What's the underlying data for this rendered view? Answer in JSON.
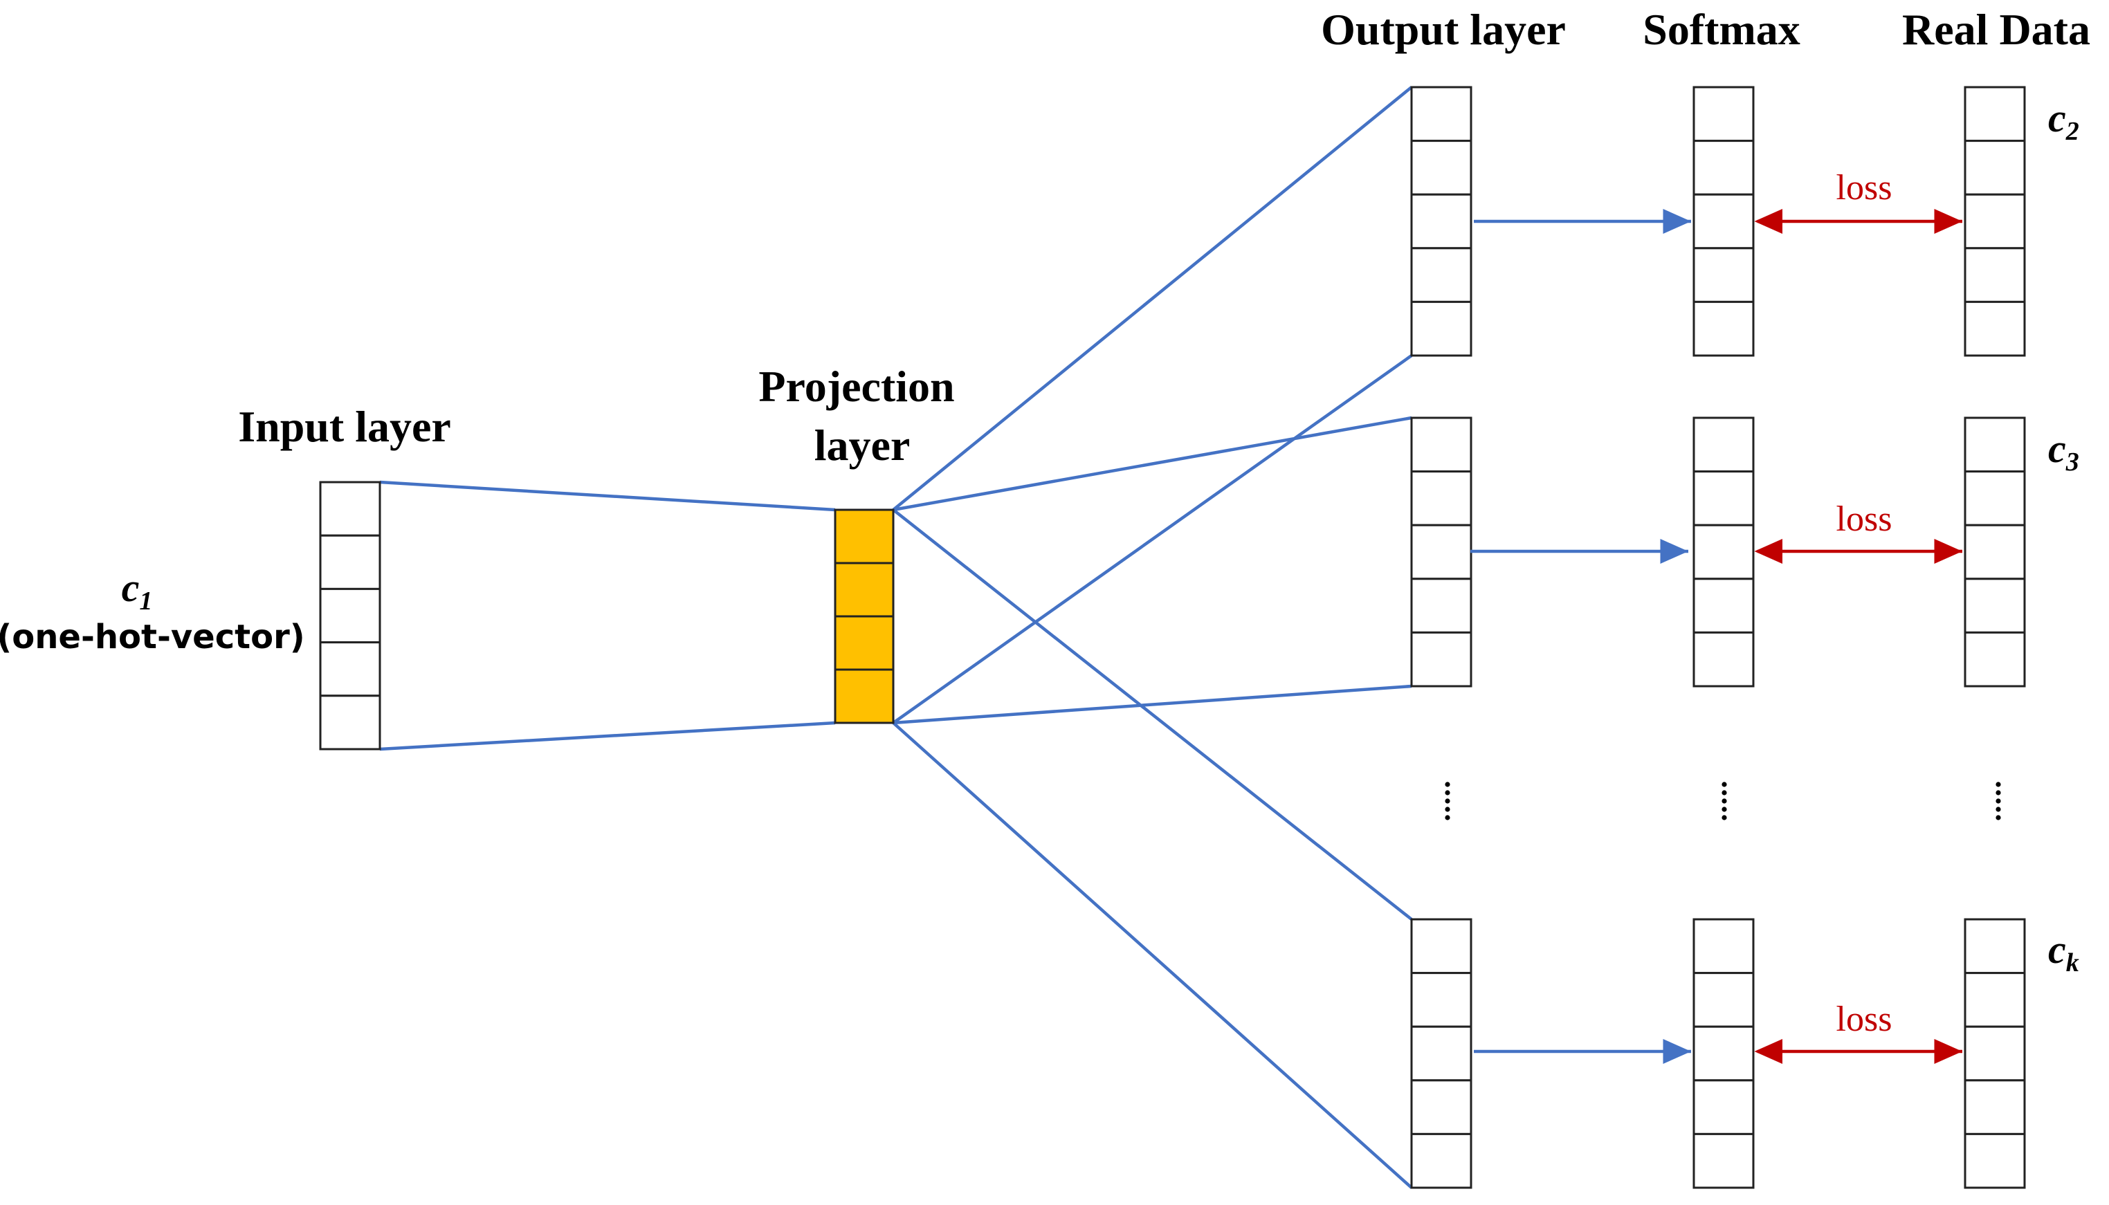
{
  "headers": {
    "input_layer": "Input layer",
    "projection_line1": "Projection",
    "projection_line2": "layer",
    "output_layer": "Output layer",
    "softmax": "Softmax",
    "real_data": "Real Data"
  },
  "input_label": {
    "symbol": "c",
    "subscript": "1",
    "note": "(one-hot-vector)"
  },
  "context_words": [
    {
      "symbol": "c",
      "subscript": "2",
      "loss_label": "loss"
    },
    {
      "symbol": "c",
      "subscript": "3",
      "loss_label": "loss"
    },
    {
      "symbol": "c",
      "subscript": "k",
      "loss_label": "loss"
    }
  ],
  "ellipsis": "⋮",
  "colors": {
    "projection_fill": "#ffc000",
    "connection_line": "#4472c4",
    "loss_arrow": "#c00000",
    "cell_border": "#222222"
  },
  "cells_per_vector": 5,
  "projection_cells": 4
}
